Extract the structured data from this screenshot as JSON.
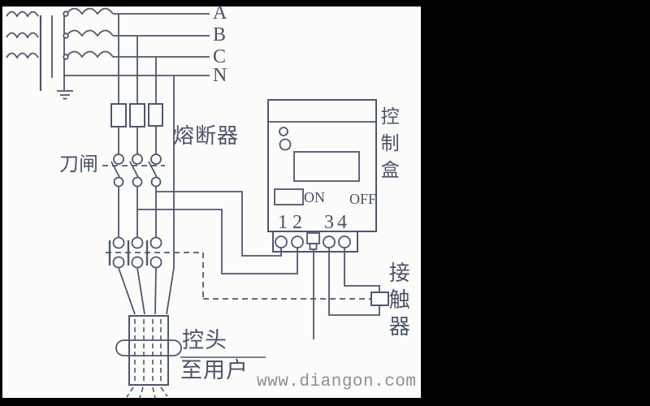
{
  "labels": {
    "phase_a": "A",
    "phase_b": "B",
    "phase_c": "C",
    "neutral": "N",
    "fuse": "熔断器",
    "knife_switch": "刀闸",
    "control_box": "控制盒",
    "contactor": "接触器",
    "control_head": "控头",
    "to_user": "至用户"
  },
  "control_box": {
    "on_label": "ON",
    "off_label": "OFF",
    "terminals": [
      "1",
      "2",
      "3",
      "4"
    ]
  },
  "watermark": "www.diangon.com",
  "colors": {
    "frame": "#000000",
    "canvas": "#fcfcfa",
    "line": "#4e586c",
    "text": "#4b5468",
    "watermark": "#8f8f8f"
  }
}
